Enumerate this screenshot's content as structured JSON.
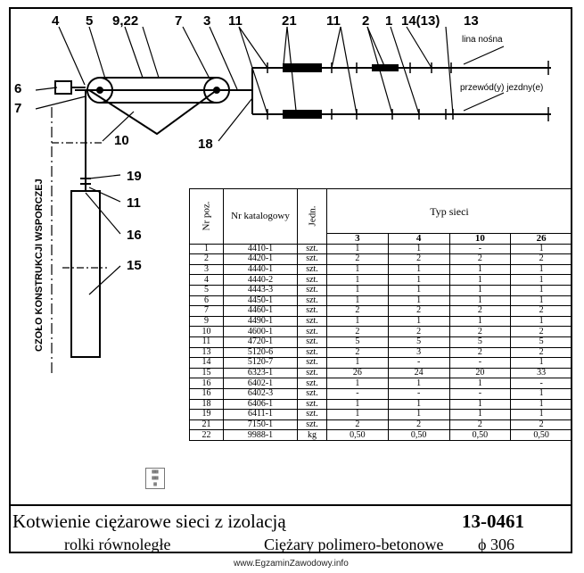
{
  "labels": {
    "l4": "4",
    "l5": "5",
    "l922": "9,22",
    "l7a": "7",
    "l3": "3",
    "l11a": "11",
    "l21": "21",
    "l11b": "11",
    "l2": "2",
    "l1": "1",
    "l1413": "14(13)",
    "l13": "13",
    "lina": "lina nośna",
    "przewod": "przewód(y) jezdny(e)",
    "l6": "6",
    "l7b": "7",
    "l10": "10",
    "l18": "18",
    "l19": "19",
    "l11c": "11",
    "l16": "16",
    "l15": "15",
    "czolo": "CZOŁO KONSTRUKCJI WSPORCZEJ"
  },
  "table": {
    "headers": {
      "nr_poz": "Nr poz.",
      "nr_katalogowy": "Nr katalogowy",
      "jedn": "Jedn.",
      "typ_sieci": "Typ sieci",
      "types": [
        "3",
        "4",
        "10",
        "26"
      ]
    },
    "rows": [
      [
        "1",
        "4410-1",
        "szt.",
        "1",
        "1",
        "-",
        "1"
      ],
      [
        "2",
        "4420-1",
        "szt.",
        "2",
        "2",
        "2",
        "2"
      ],
      [
        "3",
        "4440-1",
        "szt.",
        "1",
        "1",
        "1",
        "1"
      ],
      [
        "4",
        "4440-2",
        "szt.",
        "1",
        "1",
        "1",
        "1"
      ],
      [
        "5",
        "4443-3",
        "szt.",
        "1",
        "1",
        "1",
        "1"
      ],
      [
        "6",
        "4450-1",
        "szt.",
        "1",
        "1",
        "1",
        "1"
      ],
      [
        "7",
        "4460-1",
        "szt.",
        "2",
        "2",
        "2",
        "2"
      ],
      [
        "9",
        "4490-1",
        "szt.",
        "1",
        "1",
        "1",
        "1"
      ],
      [
        "10",
        "4600-1",
        "szt.",
        "2",
        "2",
        "2",
        "2"
      ],
      [
        "11",
        "4720-1",
        "szt.",
        "5",
        "5",
        "5",
        "5"
      ],
      [
        "13",
        "5120-6",
        "szt.",
        "2",
        "3",
        "2",
        "2"
      ],
      [
        "14",
        "5120-7",
        "szt.",
        "1",
        "-",
        "-",
        "1"
      ],
      [
        "15",
        "6323-1",
        "szt.",
        "26",
        "24",
        "20",
        "33"
      ],
      [
        "16",
        "6402-1",
        "szt.",
        "1",
        "1",
        "1",
        "-"
      ],
      [
        "16",
        "6402-3",
        "szt.",
        "-",
        "-",
        "-",
        "1"
      ],
      [
        "18",
        "6406-1",
        "szt.",
        "1",
        "1",
        "1",
        "1"
      ],
      [
        "19",
        "6411-1",
        "szt.",
        "1",
        "1",
        "1",
        "1"
      ],
      [
        "21",
        "7150-1",
        "szt.",
        "2",
        "2",
        "2",
        "2"
      ],
      [
        "22",
        "9988-1",
        "kg",
        "0,50",
        "0,50",
        "0,50",
        "0,50"
      ]
    ]
  },
  "title": {
    "main": "Kotwienie ciężarowe sieci z izolacją",
    "code": "13-0461",
    "sub1": "rolki równoległe",
    "sub2": "Ciężary polimero-betonowe",
    "sub3": "ϕ 306"
  },
  "watermark": "www.EgzaminZawodowy.info"
}
